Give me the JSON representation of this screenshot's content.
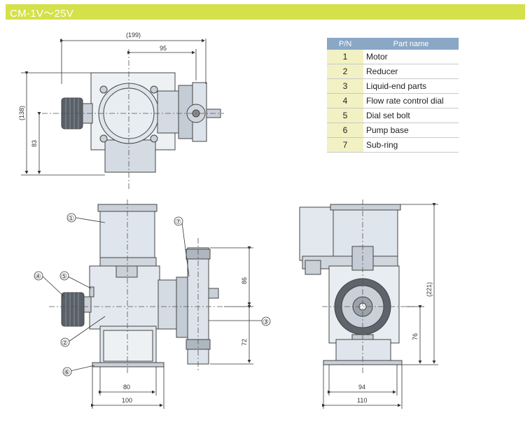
{
  "title": "CM-1V～25V",
  "table": {
    "headers": [
      "P/N",
      "Part name"
    ],
    "rows": [
      {
        "pn": "1",
        "name": "Motor"
      },
      {
        "pn": "2",
        "name": "Reducer"
      },
      {
        "pn": "3",
        "name": "Liquid-end parts"
      },
      {
        "pn": "4",
        "name": "Flow rate control dial"
      },
      {
        "pn": "5",
        "name": "Dial set bolt"
      },
      {
        "pn": "6",
        "name": "Pump base"
      },
      {
        "pn": "7",
        "name": "Sub-ring"
      }
    ]
  },
  "dims": {
    "top_width": "(199)",
    "top_offset": "95",
    "top_height": "(138)",
    "top_center": "83",
    "front_upper": "86",
    "front_lower": "72",
    "front_base_inner": "80",
    "front_base_outer": "100",
    "side_height": "(221)",
    "side_center": "76",
    "side_base_inner": "94",
    "side_base_outer": "110"
  },
  "callouts": [
    "①",
    "②",
    "③",
    "④",
    "⑤",
    "⑥",
    "⑦"
  ],
  "colors": {
    "banner": "#d4e14a",
    "table_header": "#8aa7c6",
    "pn_cell": "#f1f1c4",
    "body_fill": "#dde3ea"
  }
}
